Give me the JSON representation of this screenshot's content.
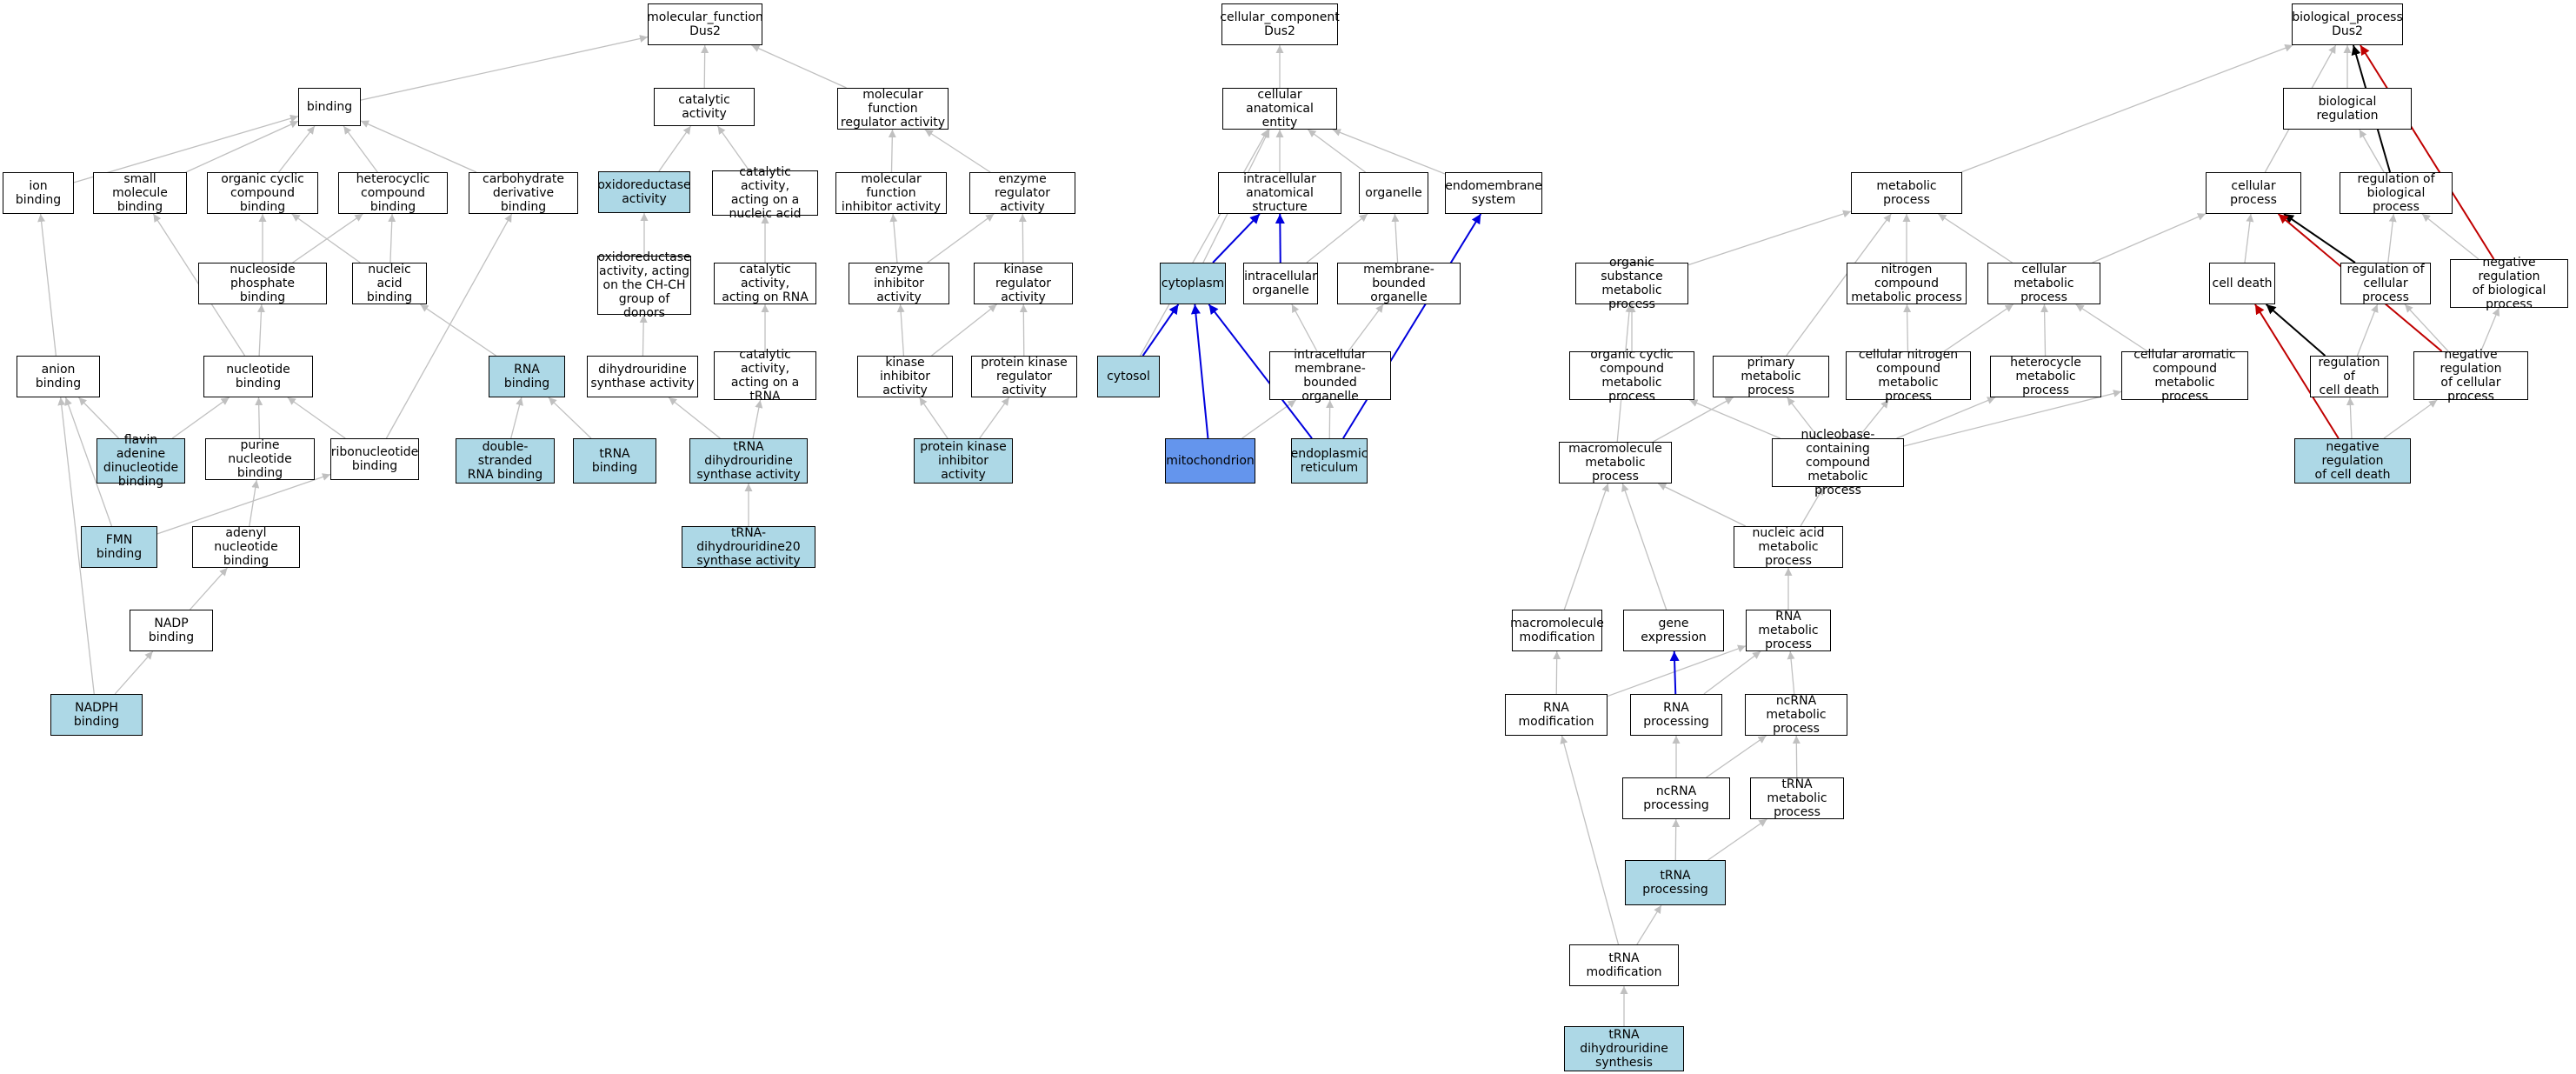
{
  "colors": {
    "normal": "#ffffff",
    "highlight": "#add8e6",
    "mitochondrion": "#6495ed",
    "edge_is_a": "#c0c0c0",
    "edge_part_of": "#0000dd",
    "edge_regulates": "#000000",
    "edge_neg_regulates": "#c00000"
  },
  "nodes": [
    {
      "id": "mf_root",
      "label": "molecular_function\nDus2",
      "fill": "normal"
    },
    {
      "id": "binding",
      "label": "binding",
      "fill": "normal"
    },
    {
      "id": "catalytic",
      "label": "catalytic activity",
      "fill": "normal"
    },
    {
      "id": "mf_reg",
      "label": "molecular function\nregulator activity",
      "fill": "normal"
    },
    {
      "id": "ion_binding",
      "label": "ion binding",
      "fill": "normal"
    },
    {
      "id": "small_mol",
      "label": "small molecule\nbinding",
      "fill": "normal"
    },
    {
      "id": "org_cyc_bind",
      "label": "organic cyclic\ncompound binding",
      "fill": "normal"
    },
    {
      "id": "hetero_bind",
      "label": "heterocyclic\ncompound binding",
      "fill": "normal"
    },
    {
      "id": "carb_bind",
      "label": "carbohydrate\nderivative binding",
      "fill": "normal"
    },
    {
      "id": "oxido",
      "label": "oxidoreductase\nactivity",
      "fill": "highlight"
    },
    {
      "id": "cat_na",
      "label": "catalytic activity,\nacting on a\nnucleic acid",
      "fill": "normal"
    },
    {
      "id": "mf_inhib",
      "label": "molecular function\ninhibitor activity",
      "fill": "normal"
    },
    {
      "id": "enz_reg",
      "label": "enzyme regulator\nactivity",
      "fill": "normal"
    },
    {
      "id": "nucphos_bind",
      "label": "nucleoside phosphate\nbinding",
      "fill": "normal"
    },
    {
      "id": "nucacid_bind",
      "label": "nucleic acid\nbinding",
      "fill": "normal"
    },
    {
      "id": "oxido_chch",
      "label": "oxidoreductase\nactivity, acting\non the CH-CH\ngroup of donors",
      "fill": "normal"
    },
    {
      "id": "cat_rna",
      "label": "catalytic activity,\nacting on RNA",
      "fill": "normal"
    },
    {
      "id": "enz_inhib",
      "label": "enzyme inhibitor\nactivity",
      "fill": "normal"
    },
    {
      "id": "kin_reg",
      "label": "kinase regulator\nactivity",
      "fill": "normal"
    },
    {
      "id": "anion_bind",
      "label": "anion binding",
      "fill": "normal"
    },
    {
      "id": "nucleotide_bind",
      "label": "nucleotide binding",
      "fill": "normal"
    },
    {
      "id": "rna_bind",
      "label": "RNA binding",
      "fill": "highlight"
    },
    {
      "id": "dus_act",
      "label": "dihydrouridine\nsynthase activity",
      "fill": "normal"
    },
    {
      "id": "cat_trna",
      "label": "catalytic activity,\nacting on a\ntRNA",
      "fill": "normal"
    },
    {
      "id": "kin_inhib",
      "label": "kinase inhibitor\nactivity",
      "fill": "normal"
    },
    {
      "id": "pk_reg",
      "label": "protein kinase\nregulator activity",
      "fill": "normal"
    },
    {
      "id": "fad_bind",
      "label": "flavin adenine\ndinucleotide\nbinding",
      "fill": "highlight"
    },
    {
      "id": "purine_bind",
      "label": "purine nucleotide\nbinding",
      "fill": "normal"
    },
    {
      "id": "ribonuc_bind",
      "label": "ribonucleotide\nbinding",
      "fill": "normal"
    },
    {
      "id": "ds_rna_bind",
      "label": "double-stranded\nRNA binding",
      "fill": "highlight"
    },
    {
      "id": "trna_bind",
      "label": "tRNA binding",
      "fill": "highlight"
    },
    {
      "id": "trna_dus",
      "label": "tRNA dihydrouridine\nsynthase activity",
      "fill": "highlight"
    },
    {
      "id": "pk_inhib",
      "label": "protein kinase\ninhibitor activity",
      "fill": "highlight"
    },
    {
      "id": "fmn_bind",
      "label": "FMN binding",
      "fill": "highlight"
    },
    {
      "id": "adenyl_bind",
      "label": "adenyl nucleotide\nbinding",
      "fill": "normal"
    },
    {
      "id": "trna_dus20",
      "label": "tRNA-dihydrouridine20\nsynthase activity",
      "fill": "highlight"
    },
    {
      "id": "nadp_bind",
      "label": "NADP binding",
      "fill": "normal"
    },
    {
      "id": "nadph_bind",
      "label": "NADPH binding",
      "fill": "highlight"
    },
    {
      "id": "cc_root",
      "label": "cellular_component\nDus2",
      "fill": "normal"
    },
    {
      "id": "cell_anat",
      "label": "cellular anatomical\nentity",
      "fill": "normal"
    },
    {
      "id": "ic_anat",
      "label": "intracellular\nanatomical structure",
      "fill": "normal"
    },
    {
      "id": "organelle",
      "label": "organelle",
      "fill": "normal"
    },
    {
      "id": "endomem",
      "label": "endomembrane\nsystem",
      "fill": "normal"
    },
    {
      "id": "cytoplasm",
      "label": "cytoplasm",
      "fill": "highlight"
    },
    {
      "id": "ic_org",
      "label": "intracellular\norganelle",
      "fill": "normal"
    },
    {
      "id": "mem_org",
      "label": "membrane-bounded\norganelle",
      "fill": "normal"
    },
    {
      "id": "cytosol",
      "label": "cytosol",
      "fill": "highlight"
    },
    {
      "id": "ic_mem_org",
      "label": "intracellular\nmembrane-bounded\norganelle",
      "fill": "normal"
    },
    {
      "id": "mito",
      "label": "mitochondrion",
      "fill": "mitochondrion"
    },
    {
      "id": "er",
      "label": "endoplasmic\nreticulum",
      "fill": "highlight"
    },
    {
      "id": "bp_root",
      "label": "biological_process\nDus2",
      "fill": "normal"
    },
    {
      "id": "bio_reg",
      "label": "biological regulation",
      "fill": "normal"
    },
    {
      "id": "metab",
      "label": "metabolic process",
      "fill": "normal"
    },
    {
      "id": "cell_proc",
      "label": "cellular process",
      "fill": "normal"
    },
    {
      "id": "reg_bio",
      "label": "regulation of\nbiological process",
      "fill": "normal"
    },
    {
      "id": "org_sub",
      "label": "organic substance\nmetabolic process",
      "fill": "normal"
    },
    {
      "id": "n_comp",
      "label": "nitrogen compound\nmetabolic process",
      "fill": "normal"
    },
    {
      "id": "cell_metab",
      "label": "cellular metabolic\nprocess",
      "fill": "normal"
    },
    {
      "id": "cell_death",
      "label": "cell death",
      "fill": "normal"
    },
    {
      "id": "reg_cell",
      "label": "regulation of\ncellular process",
      "fill": "normal"
    },
    {
      "id": "neg_reg_bio",
      "label": "negative regulation\nof biological\nprocess",
      "fill": "normal"
    },
    {
      "id": "org_cyc_met",
      "label": "organic cyclic\ncompound metabolic\nprocess",
      "fill": "normal"
    },
    {
      "id": "prim_met",
      "label": "primary metabolic\nprocess",
      "fill": "normal"
    },
    {
      "id": "cell_n_met",
      "label": "cellular nitrogen\ncompound metabolic\nprocess",
      "fill": "normal"
    },
    {
      "id": "hetero_met",
      "label": "heterocycle\nmetabolic process",
      "fill": "normal"
    },
    {
      "id": "cell_arom",
      "label": "cellular aromatic\ncompound metabolic\nprocess",
      "fill": "normal"
    },
    {
      "id": "reg_death",
      "label": "regulation of\ncell death",
      "fill": "normal"
    },
    {
      "id": "neg_reg_cell",
      "label": "negative regulation\nof cellular\nprocess",
      "fill": "normal"
    },
    {
      "id": "macro_met",
      "label": "macromolecule\nmetabolic process",
      "fill": "normal"
    },
    {
      "id": "nucbase_met",
      "label": "nucleobase-containing\ncompound metabolic\nprocess",
      "fill": "normal"
    },
    {
      "id": "neg_reg_death",
      "label": "negative regulation\nof cell death",
      "fill": "highlight"
    },
    {
      "id": "na_met",
      "label": "nucleic acid\nmetabolic process",
      "fill": "normal"
    },
    {
      "id": "macro_mod",
      "label": "macromolecule\nmodification",
      "fill": "normal"
    },
    {
      "id": "gene_exp",
      "label": "gene expression",
      "fill": "normal"
    },
    {
      "id": "rna_met",
      "label": "RNA metabolic\nprocess",
      "fill": "normal"
    },
    {
      "id": "rna_mod",
      "label": "RNA modification",
      "fill": "normal"
    },
    {
      "id": "rna_proc",
      "label": "RNA processing",
      "fill": "normal"
    },
    {
      "id": "ncrna_met",
      "label": "ncRNA metabolic\nprocess",
      "fill": "normal"
    },
    {
      "id": "ncrna_proc",
      "label": "ncRNA processing",
      "fill": "normal"
    },
    {
      "id": "trna_met",
      "label": "tRNA metabolic\nprocess",
      "fill": "normal"
    },
    {
      "id": "trna_proc",
      "label": "tRNA processing",
      "fill": "highlight"
    },
    {
      "id": "trna_mod",
      "label": "tRNA modification",
      "fill": "normal"
    },
    {
      "id": "trna_dus_syn",
      "label": "tRNA dihydrouridine\nsynthesis",
      "fill": "highlight"
    }
  ],
  "edges": [
    {
      "from": "binding",
      "to": "mf_root",
      "type": "is_a"
    },
    {
      "from": "catalytic",
      "to": "mf_root",
      "type": "is_a"
    },
    {
      "from": "mf_reg",
      "to": "mf_root",
      "type": "is_a"
    },
    {
      "from": "ion_binding",
      "to": "binding",
      "type": "is_a"
    },
    {
      "from": "small_mol",
      "to": "binding",
      "type": "is_a"
    },
    {
      "from": "org_cyc_bind",
      "to": "binding",
      "type": "is_a"
    },
    {
      "from": "hetero_bind",
      "to": "binding",
      "type": "is_a"
    },
    {
      "from": "carb_bind",
      "to": "binding",
      "type": "is_a"
    },
    {
      "from": "oxido",
      "to": "catalytic",
      "type": "is_a"
    },
    {
      "from": "cat_na",
      "to": "catalytic",
      "type": "is_a"
    },
    {
      "from": "mf_inhib",
      "to": "mf_reg",
      "type": "is_a"
    },
    {
      "from": "enz_reg",
      "to": "mf_reg",
      "type": "is_a"
    },
    {
      "from": "nucphos_bind",
      "to": "org_cyc_bind",
      "type": "is_a"
    },
    {
      "from": "nucphos_bind",
      "to": "hetero_bind",
      "type": "is_a"
    },
    {
      "from": "nucacid_bind",
      "to": "org_cyc_bind",
      "type": "is_a"
    },
    {
      "from": "nucacid_bind",
      "to": "hetero_bind",
      "type": "is_a"
    },
    {
      "from": "oxido_chch",
      "to": "oxido",
      "type": "is_a"
    },
    {
      "from": "cat_rna",
      "to": "cat_na",
      "type": "is_a"
    },
    {
      "from": "enz_inhib",
      "to": "mf_inhib",
      "type": "is_a"
    },
    {
      "from": "enz_inhib",
      "to": "enz_reg",
      "type": "is_a"
    },
    {
      "from": "kin_reg",
      "to": "enz_reg",
      "type": "is_a"
    },
    {
      "from": "anion_bind",
      "to": "ion_binding",
      "type": "is_a"
    },
    {
      "from": "nucleotide_bind",
      "to": "small_mol",
      "type": "is_a"
    },
    {
      "from": "nucleotide_bind",
      "to": "nucphos_bind",
      "type": "is_a"
    },
    {
      "from": "rna_bind",
      "to": "nucacid_bind",
      "type": "is_a"
    },
    {
      "from": "dus_act",
      "to": "oxido_chch",
      "type": "is_a"
    },
    {
      "from": "cat_trna",
      "to": "cat_rna",
      "type": "is_a"
    },
    {
      "from": "kin_inhib",
      "to": "enz_inhib",
      "type": "is_a"
    },
    {
      "from": "kin_inhib",
      "to": "kin_reg",
      "type": "is_a"
    },
    {
      "from": "pk_reg",
      "to": "kin_reg",
      "type": "is_a"
    },
    {
      "from": "fad_bind",
      "to": "anion_bind",
      "type": "is_a"
    },
    {
      "from": "fad_bind",
      "to": "nucleotide_bind",
      "type": "is_a"
    },
    {
      "from": "purine_bind",
      "to": "nucleotide_bind",
      "type": "is_a"
    },
    {
      "from": "ribonuc_bind",
      "to": "nucleotide_bind",
      "type": "is_a"
    },
    {
      "from": "ribonuc_bind",
      "to": "carb_bind",
      "type": "is_a"
    },
    {
      "from": "ds_rna_bind",
      "to": "rna_bind",
      "type": "is_a"
    },
    {
      "from": "trna_bind",
      "to": "rna_bind",
      "type": "is_a"
    },
    {
      "from": "trna_dus",
      "to": "dus_act",
      "type": "is_a"
    },
    {
      "from": "trna_dus",
      "to": "cat_trna",
      "type": "is_a"
    },
    {
      "from": "pk_inhib",
      "to": "kin_inhib",
      "type": "is_a"
    },
    {
      "from": "pk_inhib",
      "to": "pk_reg",
      "type": "is_a"
    },
    {
      "from": "fmn_bind",
      "to": "anion_bind",
      "type": "is_a"
    },
    {
      "from": "fmn_bind",
      "to": "ribonuc_bind",
      "type": "is_a"
    },
    {
      "from": "adenyl_bind",
      "to": "purine_bind",
      "type": "is_a"
    },
    {
      "from": "trna_dus20",
      "to": "trna_dus",
      "type": "is_a"
    },
    {
      "from": "nadp_bind",
      "to": "adenyl_bind",
      "type": "is_a"
    },
    {
      "from": "nadph_bind",
      "to": "nadp_bind",
      "type": "is_a"
    },
    {
      "from": "nadph_bind",
      "to": "anion_bind",
      "type": "is_a"
    },
    {
      "from": "cell_anat",
      "to": "cc_root",
      "type": "is_a"
    },
    {
      "from": "ic_anat",
      "to": "cell_anat",
      "type": "is_a"
    },
    {
      "from": "organelle",
      "to": "cell_anat",
      "type": "is_a"
    },
    {
      "from": "endomem",
      "to": "cell_anat",
      "type": "is_a"
    },
    {
      "from": "cytoplasm",
      "to": "cell_anat",
      "type": "is_a"
    },
    {
      "from": "cytosol",
      "to": "cell_anat",
      "type": "is_a"
    },
    {
      "from": "cytoplasm",
      "to": "ic_anat",
      "type": "part_of"
    },
    {
      "from": "ic_org",
      "to": "ic_anat",
      "type": "part_of"
    },
    {
      "from": "ic_org",
      "to": "organelle",
      "type": "is_a"
    },
    {
      "from": "mem_org",
      "to": "organelle",
      "type": "is_a"
    },
    {
      "from": "cytosol",
      "to": "cytoplasm",
      "type": "part_of"
    },
    {
      "from": "ic_mem_org",
      "to": "ic_org",
      "type": "is_a"
    },
    {
      "from": "ic_mem_org",
      "to": "mem_org",
      "type": "is_a"
    },
    {
      "from": "mito",
      "to": "cytoplasm",
      "type": "part_of"
    },
    {
      "from": "mito",
      "to": "ic_mem_org",
      "type": "is_a"
    },
    {
      "from": "er",
      "to": "cytoplasm",
      "type": "part_of"
    },
    {
      "from": "er",
      "to": "ic_mem_org",
      "type": "is_a"
    },
    {
      "from": "er",
      "to": "endomem",
      "type": "part_of"
    },
    {
      "from": "bio_reg",
      "to": "bp_root",
      "type": "is_a"
    },
    {
      "from": "metab",
      "to": "bp_root",
      "type": "is_a"
    },
    {
      "from": "cell_proc",
      "to": "bp_root",
      "type": "is_a"
    },
    {
      "from": "reg_bio",
      "to": "bio_reg",
      "type": "is_a"
    },
    {
      "from": "reg_bio",
      "to": "bp_root",
      "type": "regulates"
    },
    {
      "from": "neg_reg_bio",
      "to": "bp_root",
      "type": "negatively_regulates"
    },
    {
      "from": "neg_reg_bio",
      "to": "reg_bio",
      "type": "is_a"
    },
    {
      "from": "org_sub",
      "to": "metab",
      "type": "is_a"
    },
    {
      "from": "n_comp",
      "to": "metab",
      "type": "is_a"
    },
    {
      "from": "cell_metab",
      "to": "metab",
      "type": "is_a"
    },
    {
      "from": "cell_metab",
      "to": "cell_proc",
      "type": "is_a"
    },
    {
      "from": "prim_met",
      "to": "metab",
      "type": "is_a"
    },
    {
      "from": "cell_death",
      "to": "cell_proc",
      "type": "is_a"
    },
    {
      "from": "reg_cell",
      "to": "reg_bio",
      "type": "is_a"
    },
    {
      "from": "reg_cell",
      "to": "cell_proc",
      "type": "regulates"
    },
    {
      "from": "neg_reg_cell",
      "to": "reg_cell",
      "type": "is_a"
    },
    {
      "from": "neg_reg_cell",
      "to": "neg_reg_bio",
      "type": "is_a"
    },
    {
      "from": "neg_reg_cell",
      "to": "cell_proc",
      "type": "negatively_regulates"
    },
    {
      "from": "org_cyc_met",
      "to": "org_sub",
      "type": "is_a"
    },
    {
      "from": "cell_n_met",
      "to": "n_comp",
      "type": "is_a"
    },
    {
      "from": "cell_n_met",
      "to": "cell_metab",
      "type": "is_a"
    },
    {
      "from": "hetero_met",
      "to": "cell_metab",
      "type": "is_a"
    },
    {
      "from": "cell_arom",
      "to": "cell_metab",
      "type": "is_a"
    },
    {
      "from": "reg_death",
      "to": "reg_cell",
      "type": "is_a"
    },
    {
      "from": "reg_death",
      "to": "cell_death",
      "type": "regulates"
    },
    {
      "from": "neg_reg_death",
      "to": "reg_death",
      "type": "is_a"
    },
    {
      "from": "neg_reg_death",
      "to": "neg_reg_cell",
      "type": "is_a"
    },
    {
      "from": "neg_reg_death",
      "to": "cell_death",
      "type": "negatively_regulates"
    },
    {
      "from": "macro_met",
      "to": "org_sub",
      "type": "is_a"
    },
    {
      "from": "macro_met",
      "to": "prim_met",
      "type": "is_a"
    },
    {
      "from": "nucbase_met",
      "to": "org_cyc_met",
      "type": "is_a"
    },
    {
      "from": "nucbase_met",
      "to": "cell_n_met",
      "type": "is_a"
    },
    {
      "from": "nucbase_met",
      "to": "hetero_met",
      "type": "is_a"
    },
    {
      "from": "nucbase_met",
      "to": "cell_arom",
      "type": "is_a"
    },
    {
      "from": "nucbase_met",
      "to": "prim_met",
      "type": "is_a"
    },
    {
      "from": "na_met",
      "to": "macro_met",
      "type": "is_a"
    },
    {
      "from": "na_met",
      "to": "nucbase_met",
      "type": "is_a"
    },
    {
      "from": "macro_mod",
      "to": "macro_met",
      "type": "is_a"
    },
    {
      "from": "gene_exp",
      "to": "macro_met",
      "type": "is_a"
    },
    {
      "from": "rna_met",
      "to": "na_met",
      "type": "is_a"
    },
    {
      "from": "rna_mod",
      "to": "macro_mod",
      "type": "is_a"
    },
    {
      "from": "rna_mod",
      "to": "rna_met",
      "type": "is_a"
    },
    {
      "from": "rna_proc",
      "to": "gene_exp",
      "type": "part_of"
    },
    {
      "from": "rna_proc",
      "to": "rna_met",
      "type": "is_a"
    },
    {
      "from": "ncrna_met",
      "to": "rna_met",
      "type": "is_a"
    },
    {
      "from": "ncrna_proc",
      "to": "rna_proc",
      "type": "is_a"
    },
    {
      "from": "ncrna_proc",
      "to": "ncrna_met",
      "type": "is_a"
    },
    {
      "from": "trna_met",
      "to": "ncrna_met",
      "type": "is_a"
    },
    {
      "from": "trna_proc",
      "to": "ncrna_proc",
      "type": "is_a"
    },
    {
      "from": "trna_proc",
      "to": "trna_met",
      "type": "is_a"
    },
    {
      "from": "trna_mod",
      "to": "trna_proc",
      "type": "is_a"
    },
    {
      "from": "trna_mod",
      "to": "rna_mod",
      "type": "is_a"
    },
    {
      "from": "trna_dus_syn",
      "to": "trna_mod",
      "type": "is_a"
    }
  ]
}
